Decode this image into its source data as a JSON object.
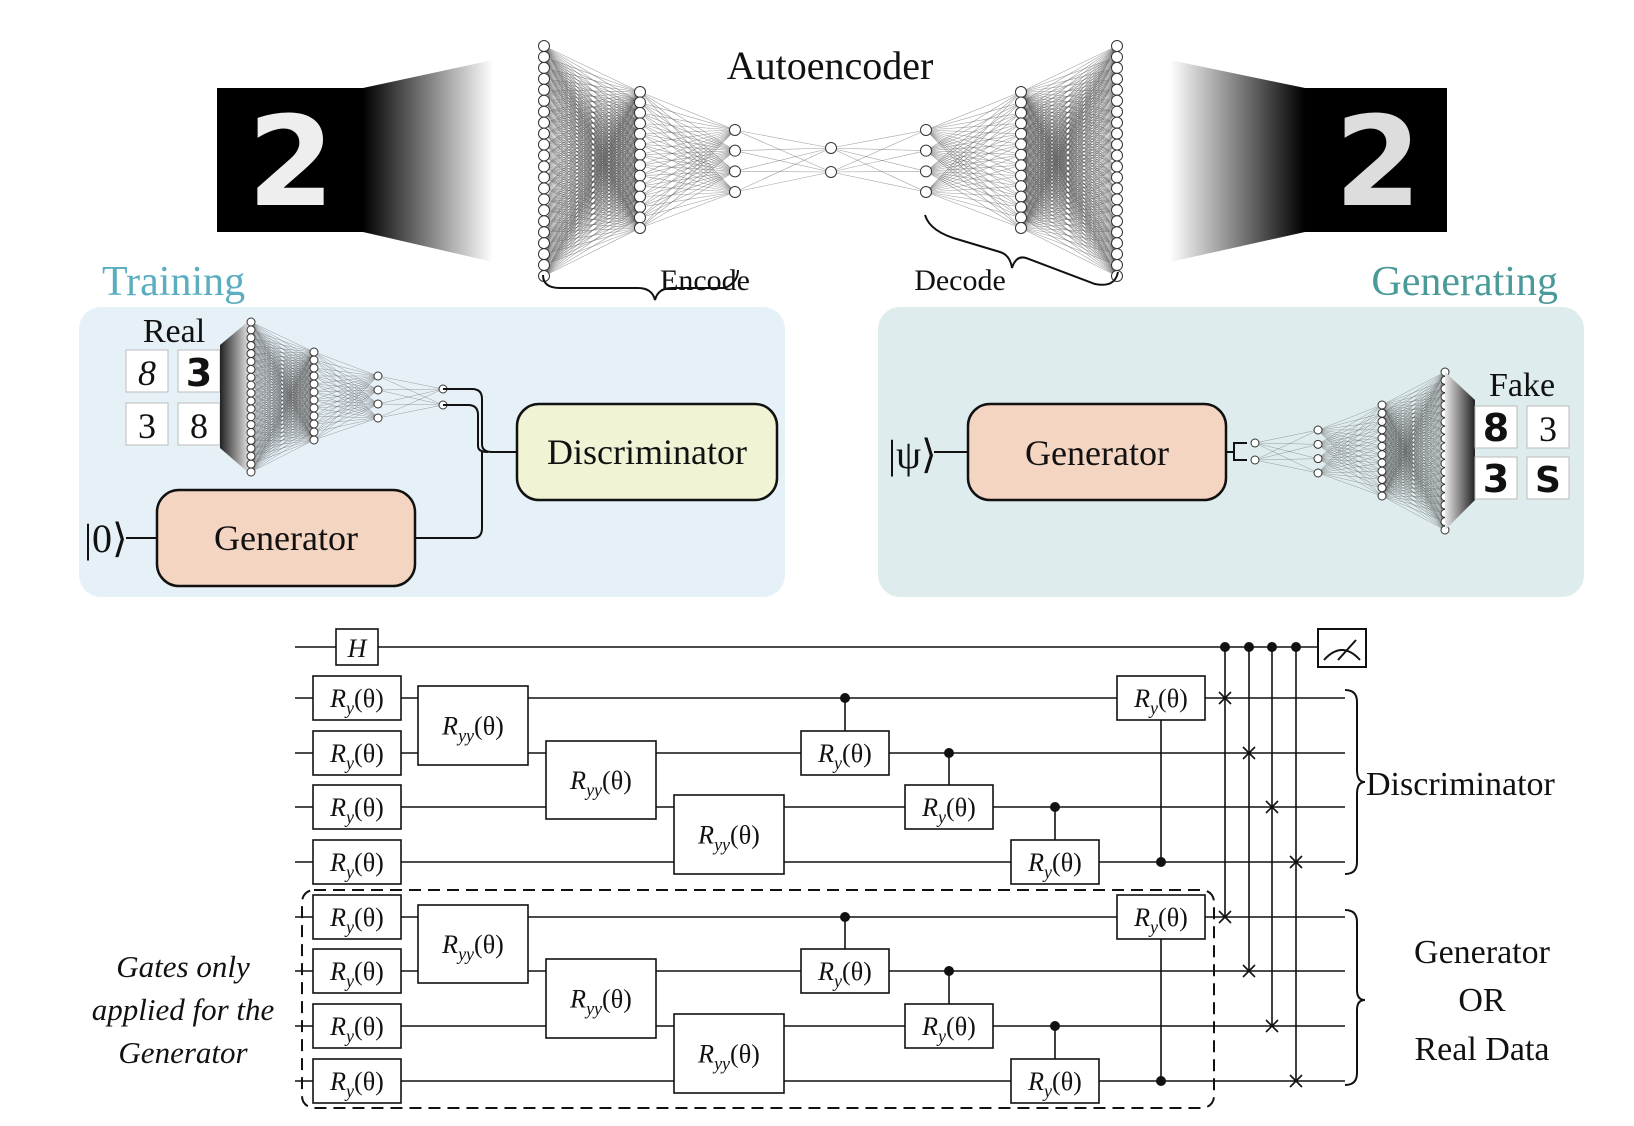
{
  "autoencoder": {
    "title": "Autoencoder",
    "encode_label": "Encode",
    "decode_label": "Decode",
    "input_digit": "2",
    "output_digit": "2"
  },
  "training": {
    "title": "Training",
    "title_color": "#5aaebf",
    "panel_color": "#e6f1f7",
    "real_label": "Real",
    "real_digits": [
      "8",
      "3",
      "3",
      "8"
    ],
    "input_state": "|0⟩",
    "generator_label": "Generator",
    "discriminator_label": "Discriminator"
  },
  "generating": {
    "title": "Generating",
    "title_color": "#4a9a99",
    "panel_color": "#dfecee",
    "fake_label": "Fake",
    "fake_digits": [
      "8",
      "3",
      "3",
      "S"
    ],
    "input_state": "|ψ⟩",
    "generator_label": "Generator"
  },
  "colors": {
    "generator_fill": "#f4d5c1",
    "discriminator_fill": "#f1f4d4"
  },
  "circuit": {
    "hadamard": "H",
    "ry_main": "R",
    "ry_sub": "y",
    "ryy_sub": "yy",
    "theta": "(θ)",
    "discriminator_label": "Discriminator",
    "generator_label_lines": [
      "Generator",
      "OR",
      "Real Data"
    ],
    "note_lines": [
      "Gates only",
      "applied for the",
      "Generator"
    ]
  }
}
